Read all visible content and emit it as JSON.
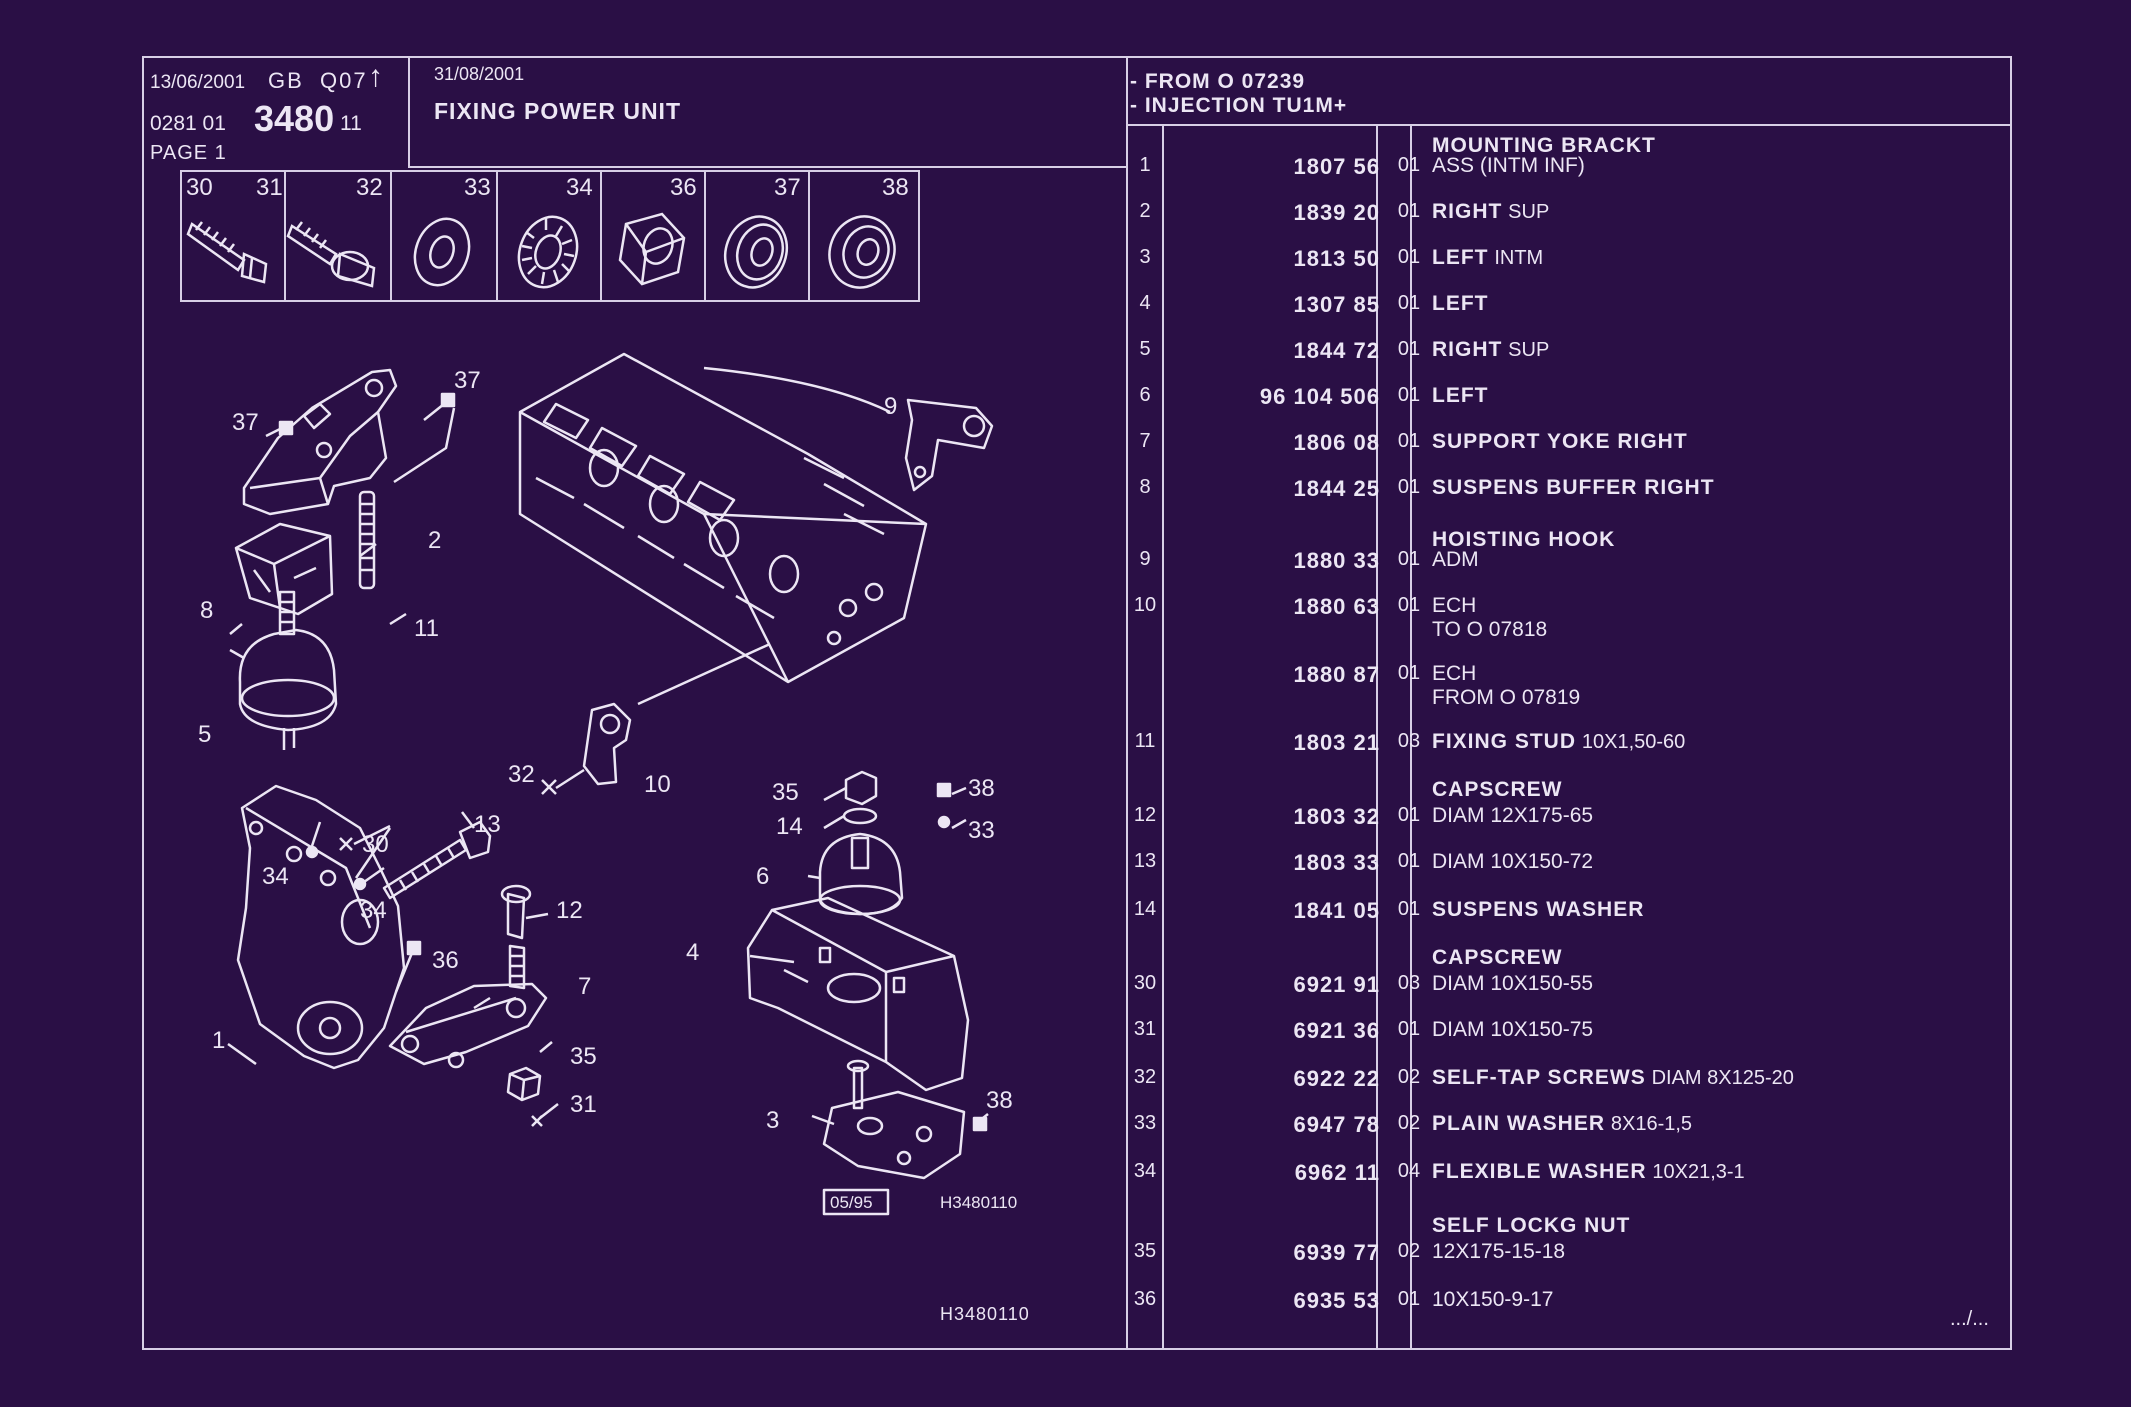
{
  "header": {
    "date_issue": "13/06/2001",
    "lang": "GB",
    "version": "Q07",
    "ref_prefix": "0281  01",
    "ref_main": "3480",
    "ref_suffix": "11",
    "page": "PAGE  1",
    "date_update": "31/08/2001",
    "title": "FIXING POWER UNIT",
    "from_line": "- FROM  O   07239",
    "injection_line": "- INJECTION  TU1M+"
  },
  "thumbs": [
    {
      "nums": [
        "30",
        "31"
      ]
    },
    {
      "nums": [
        "32"
      ]
    },
    {
      "nums": [
        "33"
      ]
    },
    {
      "nums": [
        "34"
      ]
    },
    {
      "nums": [
        "36"
      ]
    },
    {
      "nums": [
        "37"
      ]
    },
    {
      "nums": [
        "38"
      ]
    }
  ],
  "diagram": {
    "callouts": [
      "37",
      "37",
      "2",
      "9",
      "8",
      "11",
      "5",
      "32",
      "10",
      "30",
      "13",
      "34",
      "34",
      "12",
      "36",
      "7",
      "1",
      "35",
      "31",
      "35",
      "14",
      "38",
      "33",
      "6",
      "4",
      "38",
      "3"
    ],
    "date_box": "05/95",
    "code": "H3480110"
  },
  "footer_code": "H3480110",
  "continues": ".../...",
  "parts": [
    {
      "idx": "",
      "ref": "",
      "qty": "",
      "heading": "MOUNTING BRACKT",
      "desc": "",
      "extra": ""
    },
    {
      "idx": "1",
      "ref": "1807 56",
      "qty": "01",
      "heading": "",
      "desc": "ASS (INTM INF)",
      "extra": ""
    },
    {
      "idx": "2",
      "ref": "1839 20",
      "qty": "01",
      "heading": "RIGHT",
      "desc": "SUP",
      "extra": ""
    },
    {
      "idx": "3",
      "ref": "1813 50",
      "qty": "01",
      "heading": "LEFT",
      "desc": "INTM",
      "extra": ""
    },
    {
      "idx": "4",
      "ref": "1307 85",
      "qty": "01",
      "heading": "LEFT",
      "desc": "",
      "extra": ""
    },
    {
      "idx": "5",
      "ref": "1844 72",
      "qty": "01",
      "heading": "RIGHT",
      "desc": "SUP",
      "extra": ""
    },
    {
      "idx": "6",
      "ref": "96 104 506",
      "qty": "01",
      "heading": "LEFT",
      "desc": "",
      "extra": ""
    },
    {
      "idx": "7",
      "ref": "1806 08",
      "qty": "01",
      "heading": "SUPPORT YOKE RIGHT",
      "desc": "",
      "extra": ""
    },
    {
      "idx": "8",
      "ref": "1844 25",
      "qty": "01",
      "heading": "SUSPENS BUFFER RIGHT",
      "desc": "",
      "extra": ""
    },
    {
      "idx": "",
      "ref": "",
      "qty": "",
      "heading": "HOISTING HOOK",
      "desc": "",
      "extra": ""
    },
    {
      "idx": "9",
      "ref": "1880 33",
      "qty": "01",
      "heading": "",
      "desc": "ADM",
      "extra": ""
    },
    {
      "idx": "10",
      "ref": "1880 63",
      "qty": "01",
      "heading": "",
      "desc": "ECH",
      "extra": "TO  O  07818"
    },
    {
      "idx": "",
      "ref": "1880 87",
      "qty": "01",
      "heading": "",
      "desc": "ECH",
      "extra": "FROM  O  07819"
    },
    {
      "idx": "11",
      "ref": "1803 21",
      "qty": "03",
      "heading": "FIXING STUD",
      "desc": "10X1,50-60",
      "extra": ""
    },
    {
      "idx": "",
      "ref": "",
      "qty": "",
      "heading": "CAPSCREW",
      "desc": "",
      "extra": ""
    },
    {
      "idx": "12",
      "ref": "1803 32",
      "qty": "01",
      "heading": "",
      "desc": "DIAM  12X175-65",
      "extra": ""
    },
    {
      "idx": "13",
      "ref": "1803 33",
      "qty": "01",
      "heading": "",
      "desc": "DIAM  10X150-72",
      "extra": ""
    },
    {
      "idx": "14",
      "ref": "1841 05",
      "qty": "01",
      "heading": "SUSPENS WASHER",
      "desc": "",
      "extra": ""
    },
    {
      "idx": "",
      "ref": "",
      "qty": "",
      "heading": "CAPSCREW",
      "desc": "",
      "extra": ""
    },
    {
      "idx": "30",
      "ref": "6921 91",
      "qty": "03",
      "heading": "",
      "desc": "DIAM  10X150-55",
      "extra": ""
    },
    {
      "idx": "31",
      "ref": "6921 36",
      "qty": "01",
      "heading": "",
      "desc": "DIAM  10X150-75",
      "extra": ""
    },
    {
      "idx": "32",
      "ref": "6922 22",
      "qty": "02",
      "heading": "SELF-TAP SCREWS",
      "desc": "DIAM  8X125-20",
      "extra": ""
    },
    {
      "idx": "33",
      "ref": "6947 78",
      "qty": "02",
      "heading": "PLAIN WASHER",
      "desc": "8X16-1,5",
      "extra": ""
    },
    {
      "idx": "34",
      "ref": "6962 11",
      "qty": "04",
      "heading": "FLEXIBLE WASHER",
      "desc": "10X21,3-1",
      "extra": ""
    },
    {
      "idx": "",
      "ref": "",
      "qty": "",
      "heading": "SELF LOCKG NUT",
      "desc": "",
      "extra": ""
    },
    {
      "idx": "35",
      "ref": "6939 77",
      "qty": "02",
      "heading": "",
      "desc": "12X175-15-18",
      "extra": ""
    },
    {
      "idx": "36",
      "ref": "6935 53",
      "qty": "01",
      "heading": "",
      "desc": "10X150-9-17",
      "extra": ""
    }
  ]
}
